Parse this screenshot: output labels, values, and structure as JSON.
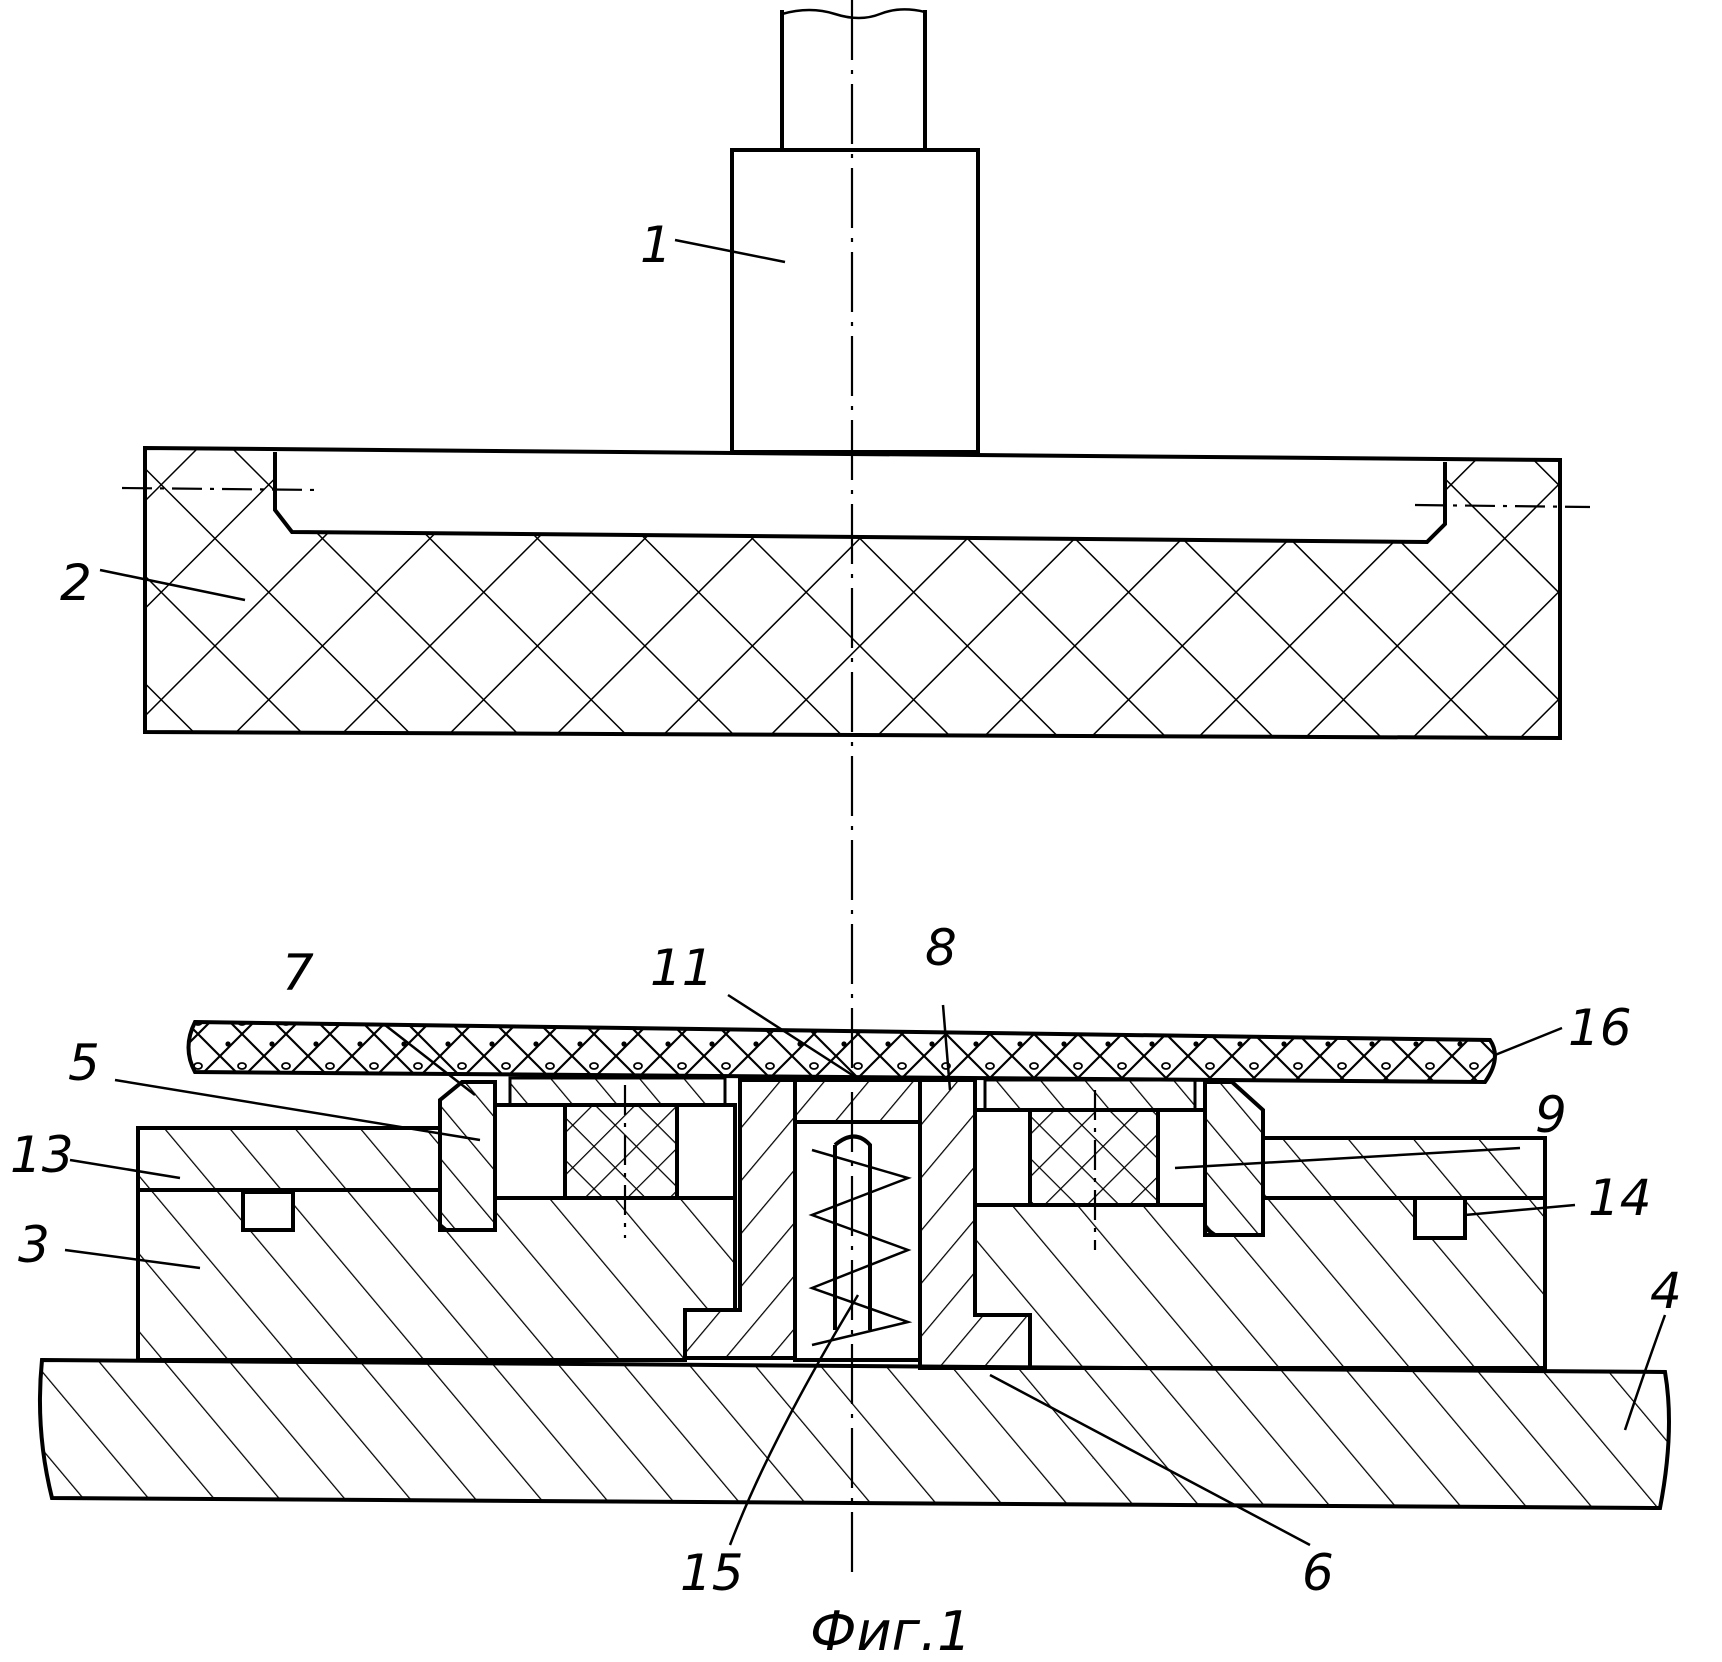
{
  "figure": {
    "caption": "Фиг.1",
    "callouts": [
      {
        "id": "1",
        "text": "1"
      },
      {
        "id": "2",
        "text": "2"
      },
      {
        "id": "3",
        "text": "3"
      },
      {
        "id": "4",
        "text": "4"
      },
      {
        "id": "5",
        "text": "5"
      },
      {
        "id": "6",
        "text": "6"
      },
      {
        "id": "7",
        "text": "7"
      },
      {
        "id": "8",
        "text": "8"
      },
      {
        "id": "9",
        "text": "9"
      },
      {
        "id": "11",
        "text": "11"
      },
      {
        "id": "13",
        "text": "13"
      },
      {
        "id": "14",
        "text": "14"
      },
      {
        "id": "15",
        "text": "15"
      },
      {
        "id": "16",
        "text": "16"
      }
    ]
  },
  "hatching": {
    "cross": "metal cross-hatch",
    "diagonal": "section hatch",
    "workpiece": "dotted cross-hatch"
  }
}
